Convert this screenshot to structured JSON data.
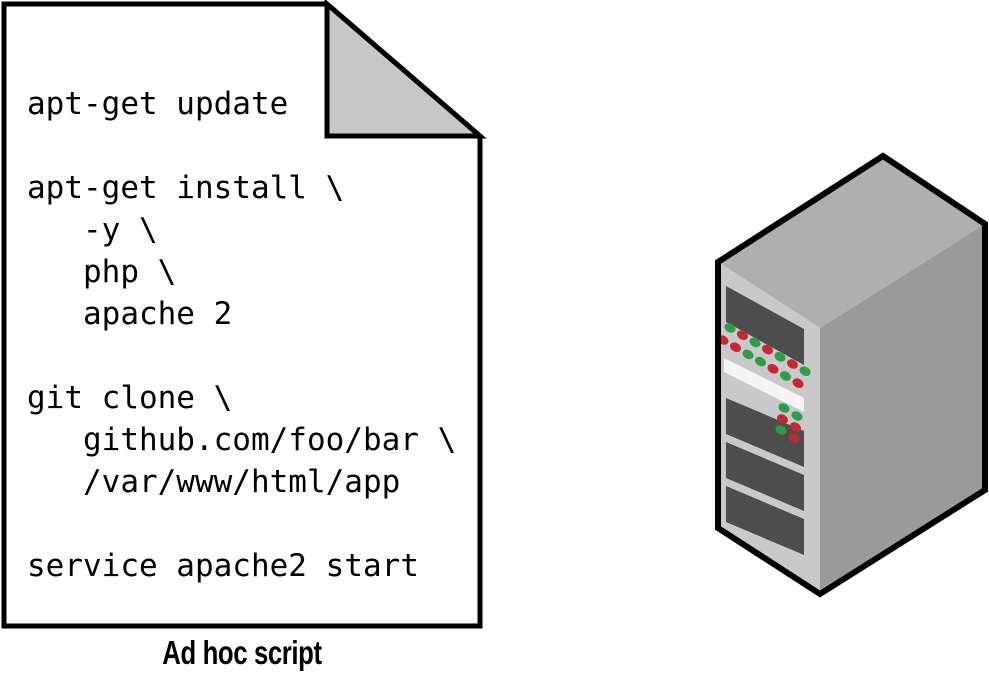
{
  "paper": {
    "caption": "Ad hoc script",
    "script_lines": [
      "apt-get update",
      "",
      "apt-get install \\",
      "   -y \\",
      "   php \\",
      "   apache 2",
      "",
      "git clone \\",
      "   github.com/foo/bar \\",
      "   /var/www/html/app",
      "",
      "service apache2 start"
    ],
    "fill": "#ffffff",
    "fold_fill": "#c7c7c7",
    "outline": "#000000"
  },
  "server": {
    "faces": {
      "top": "#afafaf",
      "front": "#c9c9c9",
      "side": "#9a9a9a"
    },
    "slot_color": "#4d4d4d",
    "stripe_color": "#f4f4f4",
    "outline": "#000000",
    "led_colors": {
      "green": "#2e9c48",
      "red": "#c42836"
    },
    "panel1_leds": {
      "row1": [
        "green",
        "red",
        "green",
        "red",
        "green",
        "red",
        "green"
      ],
      "row2": [
        "red",
        "red",
        "green",
        "green",
        "red",
        "green",
        "red"
      ]
    },
    "panel2_leds": [
      [
        "green",
        "green"
      ],
      [
        "red",
        "red"
      ],
      [
        "green",
        "red"
      ]
    ]
  }
}
